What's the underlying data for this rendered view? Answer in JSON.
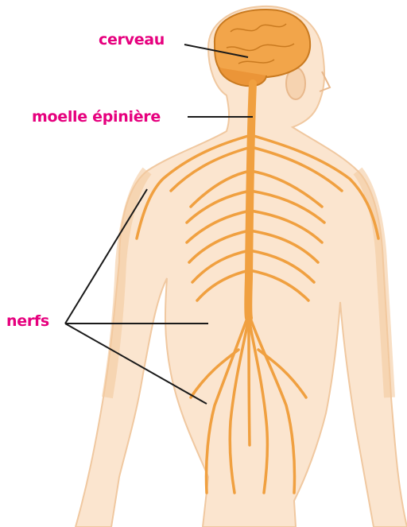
{
  "labels": {
    "brain": "cerveau",
    "spinal_cord": "moelle épinière",
    "nerves": "nerfs"
  },
  "colors": {
    "label_text": "#e6007e",
    "skin": "#fbe5cf",
    "skin_shadow": "#f4c99e",
    "nerve": "#f0a040",
    "nerve_dark": "#e08820",
    "brain": "#f2a54a",
    "leader_line": "#1a1a1a"
  }
}
